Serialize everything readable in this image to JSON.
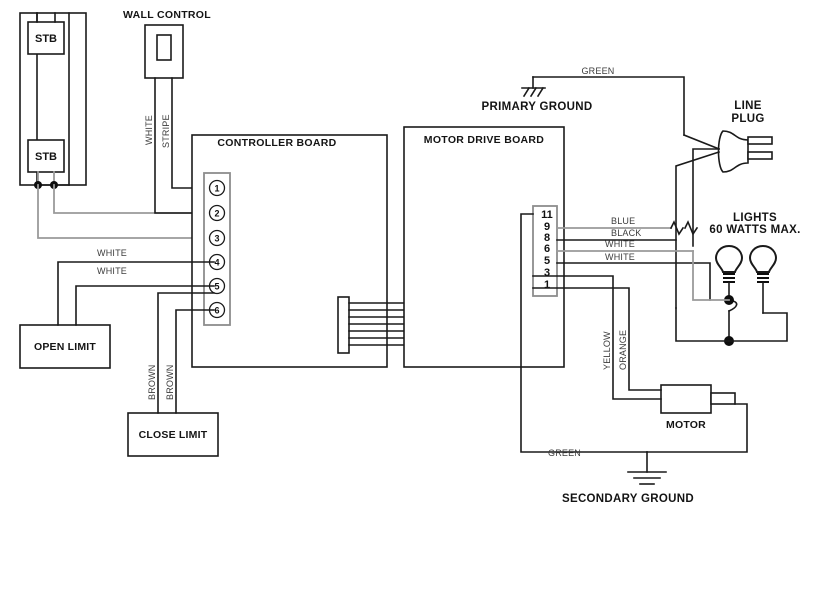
{
  "diagram": {
    "title": "garage door opener wiring diagram",
    "colors": {
      "wire_black": "#1a1a1a",
      "wire_gray": "#9a9a9a",
      "text": "#141414",
      "label_text": "#3c3c3c",
      "background": "#ffffff"
    }
  },
  "components": {
    "stb_upper": {
      "label": "STB"
    },
    "stb_lower": {
      "label": "STB"
    },
    "wall_control": {
      "title": "WALL CONTROL"
    },
    "controller_board": {
      "title": "CONTROLLER BOARD"
    },
    "motor_drive_board": {
      "title": "MOTOR DRIVE BOARD"
    },
    "open_limit": {
      "label": "OPEN LIMIT"
    },
    "close_limit": {
      "label": "CLOSE LIMIT"
    },
    "motor": {
      "label": "MOTOR"
    },
    "line_plug": {
      "line1": "LINE",
      "line2": "PLUG"
    },
    "lights": {
      "line1": "LIGHTS",
      "line2": "60 WATTS MAX."
    },
    "primary_ground": {
      "label": "PRIMARY GROUND"
    },
    "secondary_ground": {
      "label": "SECONDARY GROUND"
    }
  },
  "controller_terminals": [
    {
      "number": "1"
    },
    {
      "number": "2"
    },
    {
      "number": "3"
    },
    {
      "number": "4"
    },
    {
      "number": "5"
    },
    {
      "number": "6"
    }
  ],
  "motor_drive_terminals": [
    {
      "number": "11"
    },
    {
      "number": "9"
    },
    {
      "number": "8"
    },
    {
      "number": "6"
    },
    {
      "number": "5"
    },
    {
      "number": "3"
    },
    {
      "number": "1"
    }
  ],
  "wire_labels": {
    "wall_white": "WHITE",
    "wall_stripe": "STRIPE",
    "open_limit_white_1": "WHITE",
    "open_limit_white_2": "WHITE",
    "close_limit_brown_1": "BROWN",
    "close_limit_brown_2": "BROWN",
    "blue": "BLUE",
    "black": "BLACK",
    "white_upper": "WHITE",
    "white_lower": "WHITE",
    "yellow": "YELLOW",
    "orange": "ORANGE",
    "green_primary": "GREEN",
    "green_secondary": "GREEN"
  }
}
